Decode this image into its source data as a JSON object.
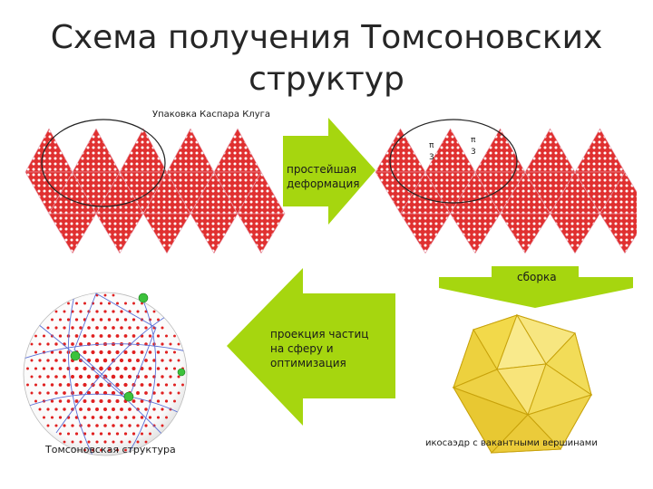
{
  "slide": {
    "title_line1": "Схема получения Томсоновских",
    "title_line2": "структур"
  },
  "labels": {
    "caspar_klug": "Упаковка Каспара Клуга",
    "deformation_1": "простейшая",
    "deformation_2": "деформация",
    "assembly": "сборка",
    "projection_1": "проекция частиц",
    "projection_2": "на сферу и",
    "projection_3": "оптимизация",
    "thomson": "Томсоновская структура",
    "icosahedron": "икосаэдр с вакантными вершинами",
    "pi_num_1": "π",
    "pi_den_1": "3",
    "pi_num_2": "π",
    "pi_den_2": "3"
  },
  "colors": {
    "title_text": "#262626",
    "net_fill": "#e03030",
    "dot": "#ffffff",
    "arrow_green": "#a6d60f",
    "icosa_yellow": "#f5e36a",
    "sphere_dot": "#e02020",
    "outline": "#222222"
  }
}
